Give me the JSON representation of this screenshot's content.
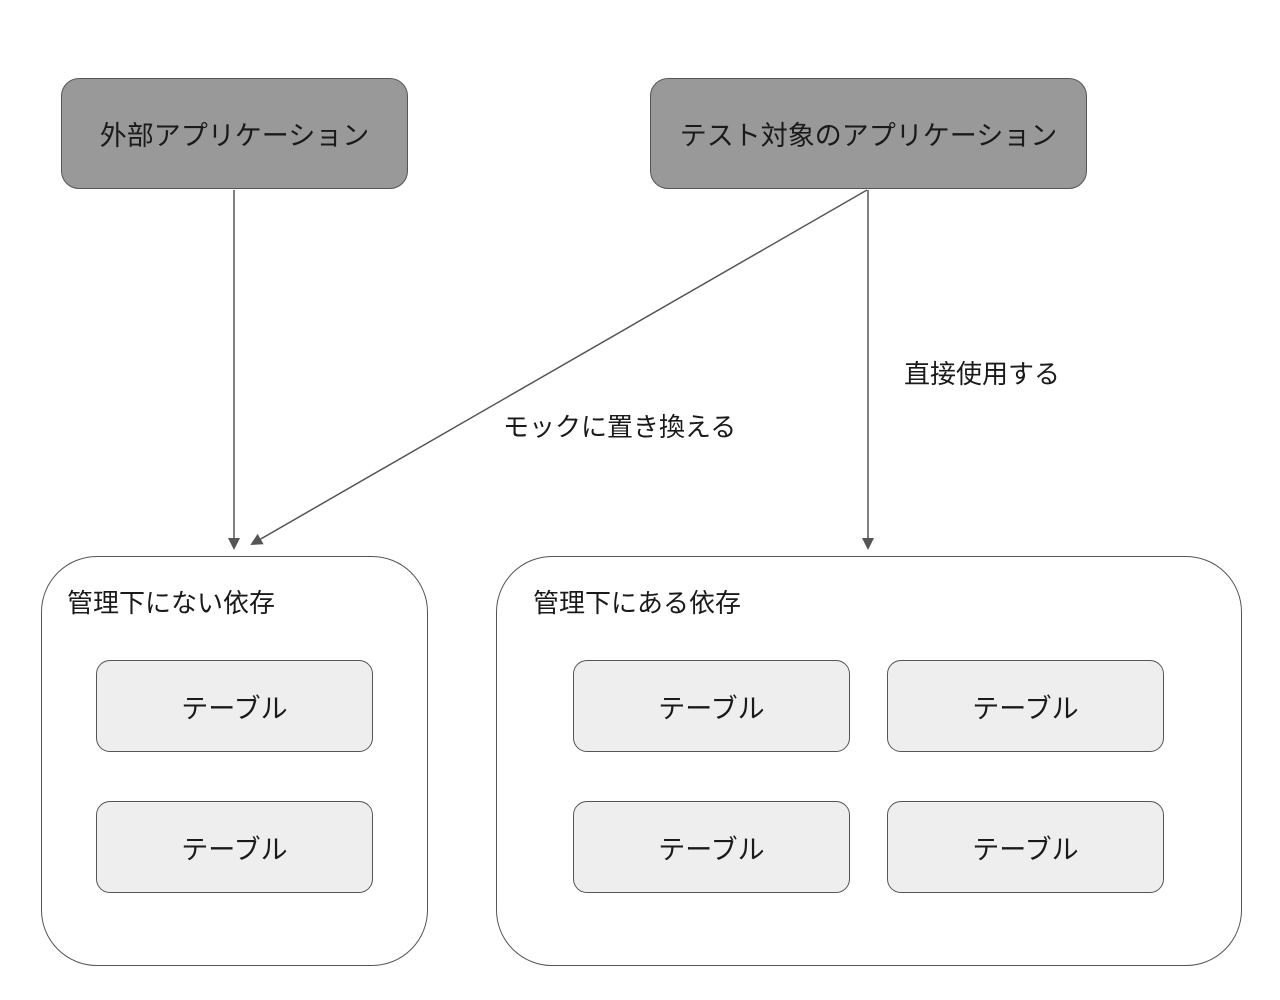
{
  "nodes": {
    "external_app": {
      "label": "外部アプリケーション"
    },
    "target_app": {
      "label": "テスト対象のアプリケーション"
    }
  },
  "groups": {
    "unmanaged": {
      "label": "管理下にない依存",
      "tables": [
        "テーブル",
        "テーブル"
      ]
    },
    "managed": {
      "label": "管理下にある依存",
      "tables": [
        "テーブル",
        "テーブル",
        "テーブル",
        "テーブル"
      ]
    }
  },
  "edges": {
    "mock": {
      "label": "モックに置き換える"
    },
    "direct": {
      "label": "直接使用する"
    }
  },
  "colors": {
    "app_fill": "#999999",
    "table_fill": "#eeeeee",
    "stroke": "#555555",
    "background": "#ffffff"
  }
}
